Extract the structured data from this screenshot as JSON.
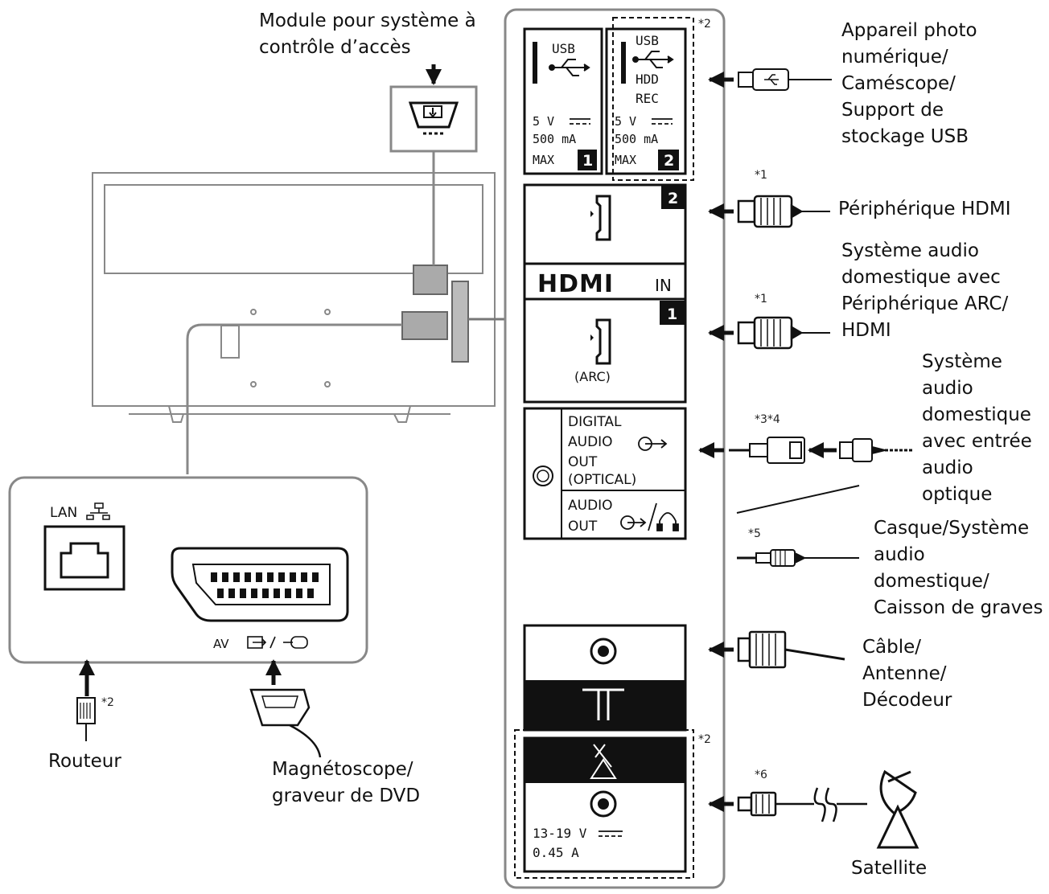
{
  "labels": {
    "access_module": "Module pour système à\ncontrôle d’accès",
    "usb_device": "Appareil photo\nnumérique/\nCaméscope/\nSupport de\nstockage USB",
    "hdmi_device": "Périphérique HDMI",
    "home_audio_arc": "Système audio\ndomestique avec\nPériphérique ARC/\nHDMI",
    "home_audio_optical": "Système\naudio\ndomestique\navec entrée\naudio\noptique",
    "headphones": "Casque/Système\naudio\ndomestique/\nCaisson de graves",
    "cable": "Câble/\nAntenne/\nDécodeur",
    "satellite": "Satellite",
    "router": "Routeur",
    "vcr": "Magnétoscope/\ngraveur de DVD"
  },
  "notes": {
    "usb2": "*2",
    "hdmi2": "*1",
    "hdmi1": "*1",
    "optical": "*3*4",
    "headphone": "*5",
    "satellite_box": "*2",
    "satellite_cable": "*6",
    "router": "*2"
  },
  "panel": {
    "usb1": {
      "label": "USB",
      "voltage": "5 V",
      "current": "500 mA",
      "max": "MAX",
      "num": "1"
    },
    "usb2": {
      "label": "USB",
      "hdd": "HDD",
      "rec": "REC",
      "voltage": "5 V",
      "current": "500 mA",
      "max": "MAX",
      "num": "2"
    },
    "hdmi2_num": "2",
    "hdmi_logo": "HDMI",
    "hdmi_in": "IN",
    "hdmi1_num": "1",
    "arc": "(ARC)",
    "digital_audio_out": [
      "DIGITAL",
      "AUDIO",
      "OUT",
      "(OPTICAL)"
    ],
    "audio_out": [
      "AUDIO",
      "OUT"
    ],
    "sat_voltage": "13-19 V",
    "sat_current": "0.45 A"
  },
  "rear": {
    "lan": "LAN",
    "av": "AV"
  }
}
